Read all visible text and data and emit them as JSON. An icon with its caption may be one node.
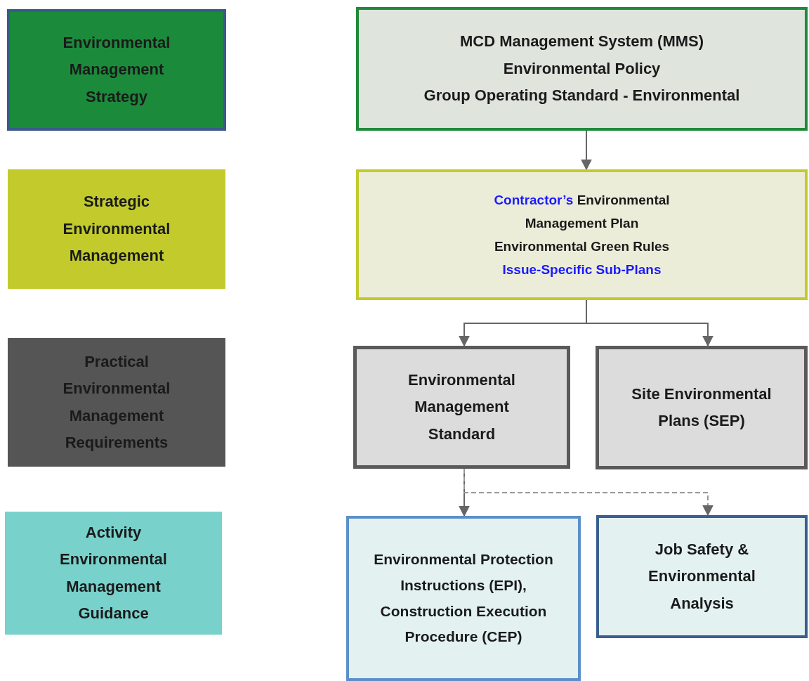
{
  "diagram": {
    "nodes": [
      {
        "text": [
          "Environmental Management Strategy"
        ]
      },
      {
        "text": [
          "MCD Management System (MMS)",
          "Environmental Policy",
          "Group Operating Standard - Environmental"
        ]
      },
      {
        "text": [
          "Strategic Environmental Management"
        ]
      },
      {
        "text": [
          "Contractor’s Environmental Management Plan",
          "Environmental Green Rules",
          "Issue-Specific Sub-Plans"
        ]
      },
      {
        "text": [
          "Practical Environmental Management Requirements"
        ]
      },
      {
        "text": [
          "Environmental Management Standard"
        ]
      },
      {
        "text": [
          "Site Environmental Plans (SEP)"
        ]
      },
      {
        "text": [
          "Activity Environmental Management Guidance"
        ]
      },
      {
        "text": [
          "Environmental Protection Instructions (EPI), Construction Execution Procedure (CEP)"
        ]
      },
      {
        "text": [
          "Job Safety & Environmental Analysis"
        ]
      }
    ],
    "edges": [
      {
        "from": 1,
        "to": 3,
        "arrow": "to"
      },
      {
        "from": 3,
        "to": 5,
        "arrow": "to"
      },
      {
        "from": 3,
        "to": 6,
        "arrow": "to"
      },
      {
        "from": 5,
        "to": 8,
        "arrow": "to"
      },
      {
        "from": 5,
        "to": 9,
        "arrow": "to",
        "style": "dashed",
        "color": "#999999"
      }
    ]
  }
}
